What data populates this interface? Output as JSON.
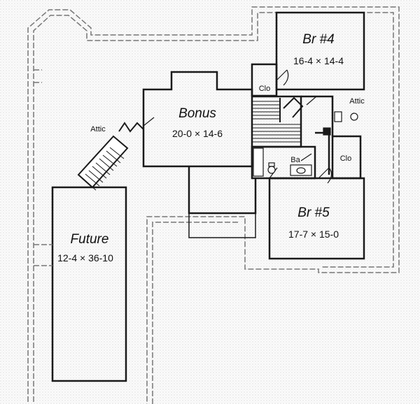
{
  "rooms": {
    "br4": {
      "title": "Br #4",
      "dims": "16-4 × 14-4"
    },
    "bonus": {
      "title": "Bonus",
      "dims": "20-0 × 14-6"
    },
    "br5": {
      "title": "Br #5",
      "dims": "17-7 × 15-0"
    },
    "future": {
      "title": "Future",
      "dims": "12-4 × 36-10"
    }
  },
  "labels": {
    "clo_upper": "Clo",
    "clo_lower": "Clo",
    "bath": "Ba",
    "attic_left": "Attic",
    "attic_right": "Attic"
  },
  "colors": {
    "wall": "#1a1a1a",
    "dashed_outline": "#777777",
    "paper": "#ffffff"
  }
}
